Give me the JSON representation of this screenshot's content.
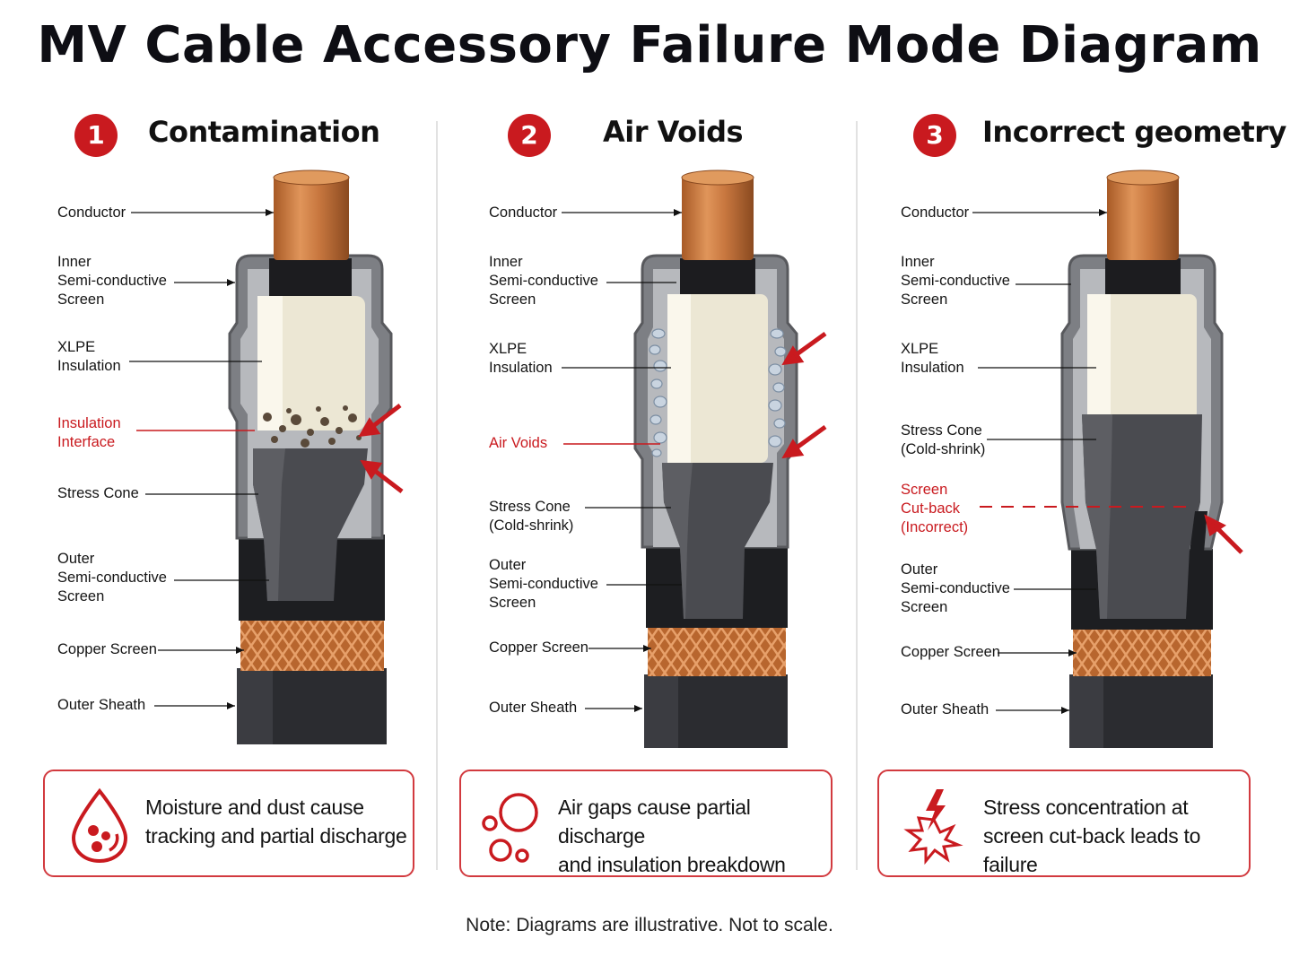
{
  "title": "MV Cable Accessory Failure Mode Diagram",
  "colors": {
    "accent": "#c91a1f",
    "copper": "#c8773f",
    "jacket": "#2e2f33",
    "insulation": "#ece7d4"
  },
  "panels": [
    {
      "number": "1",
      "heading": "Contamination",
      "labels": [
        {
          "text": "Conductor",
          "red": false
        },
        {
          "text": "Inner\nSemi-conductive\nScreen",
          "red": false
        },
        {
          "text": "XLPE\nInsulation",
          "red": false
        },
        {
          "text": "Insulation\nInterface",
          "red": true
        },
        {
          "text": "Stress Cone",
          "red": false
        },
        {
          "text": "Outer\nSemi-conductive\nScreen",
          "red": false
        },
        {
          "text": "Copper Screen",
          "red": false
        },
        {
          "text": "Outer Sheath",
          "red": false
        }
      ],
      "callout": {
        "icon": "water-drop-icon",
        "text": "Moisture and dust cause\ntracking and partial discharge"
      }
    },
    {
      "number": "2",
      "heading": "Air Voids",
      "labels": [
        {
          "text": "Conductor",
          "red": false
        },
        {
          "text": "Inner\nSemi-conductive\nScreen",
          "red": false
        },
        {
          "text": "XLPE\nInsulation",
          "red": false
        },
        {
          "text": "Air Voids",
          "red": true
        },
        {
          "text": "Stress Cone\n(Cold-shrink)",
          "red": false
        },
        {
          "text": "Outer\nSemi-conductive\nScreen",
          "red": false
        },
        {
          "text": "Copper Screen",
          "red": false
        },
        {
          "text": "Outer Sheath",
          "red": false
        }
      ],
      "callout": {
        "icon": "bubbles-icon",
        "text": "Air gaps cause partial discharge\nand insulation breakdown"
      }
    },
    {
      "number": "3",
      "heading": "Incorrect geometry",
      "labels": [
        {
          "text": "Conductor",
          "red": false
        },
        {
          "text": "Inner\nSemi-conductive\nScreen",
          "red": false
        },
        {
          "text": "XLPE\nInsulation",
          "red": false
        },
        {
          "text": "Stress Cone\n(Cold-shrink)",
          "red": false
        },
        {
          "text": "Screen\nCut-back\n(Incorrect)",
          "red": true
        },
        {
          "text": "Outer\nSemi-conductive\nScreen",
          "red": false
        },
        {
          "text": "Copper Screen",
          "red": false
        },
        {
          "text": "Outer Sheath",
          "red": false
        }
      ],
      "callout": {
        "icon": "lightning-burst-icon",
        "text": "Stress concentration at\nscreen cut-back leads to failure"
      }
    }
  ],
  "note": "Note:  Diagrams are illustrative. Not to scale."
}
